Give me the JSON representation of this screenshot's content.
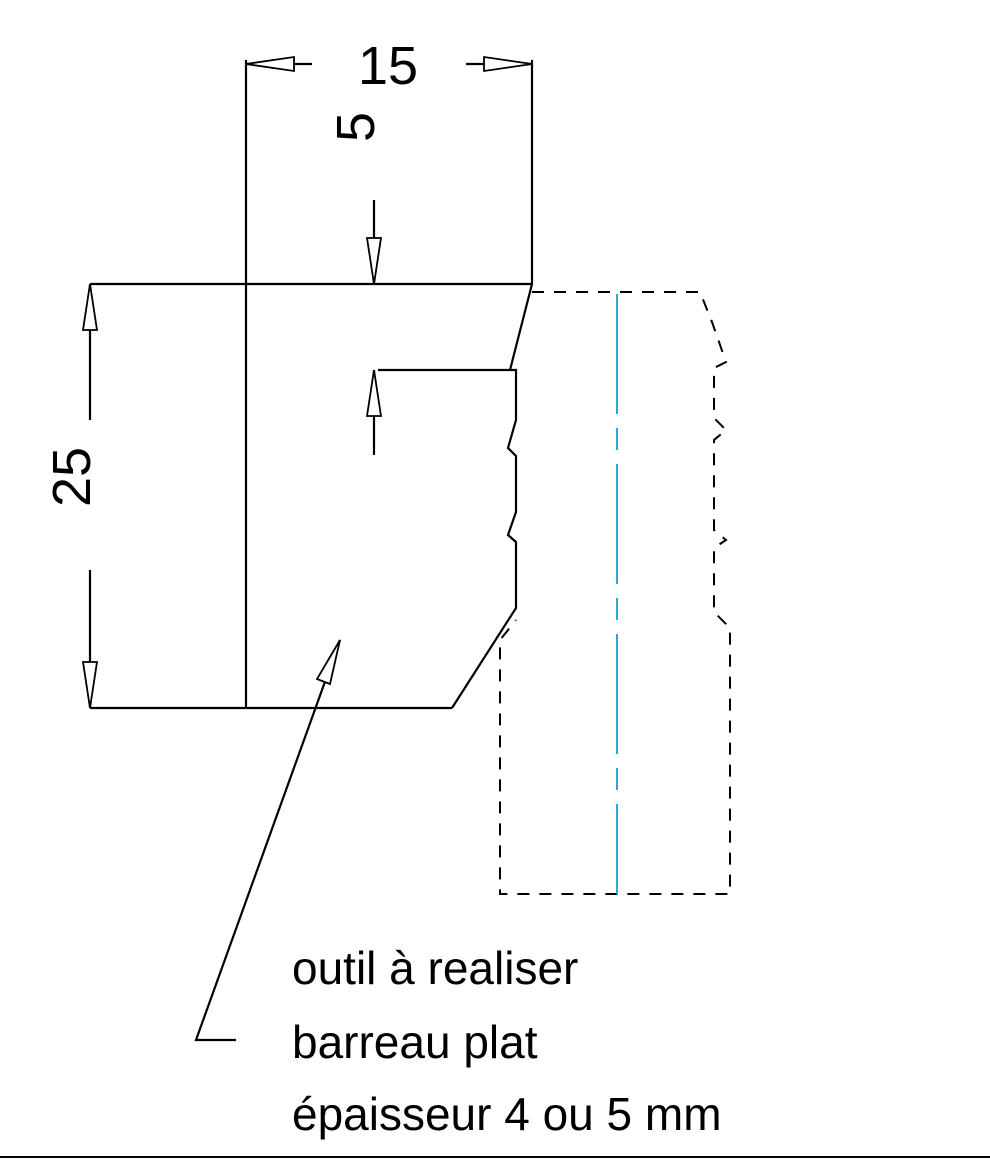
{
  "dimensions": {
    "width_label": "15",
    "step_label": "5",
    "height_label": "25"
  },
  "note": {
    "lines": [
      "outil à realiser",
      "barreau plat",
      "épaisseur 4 ou 5 mm"
    ]
  },
  "colors": {
    "outline": "#000000",
    "centerline": "#2aa7d6",
    "background": "#ffffff"
  }
}
